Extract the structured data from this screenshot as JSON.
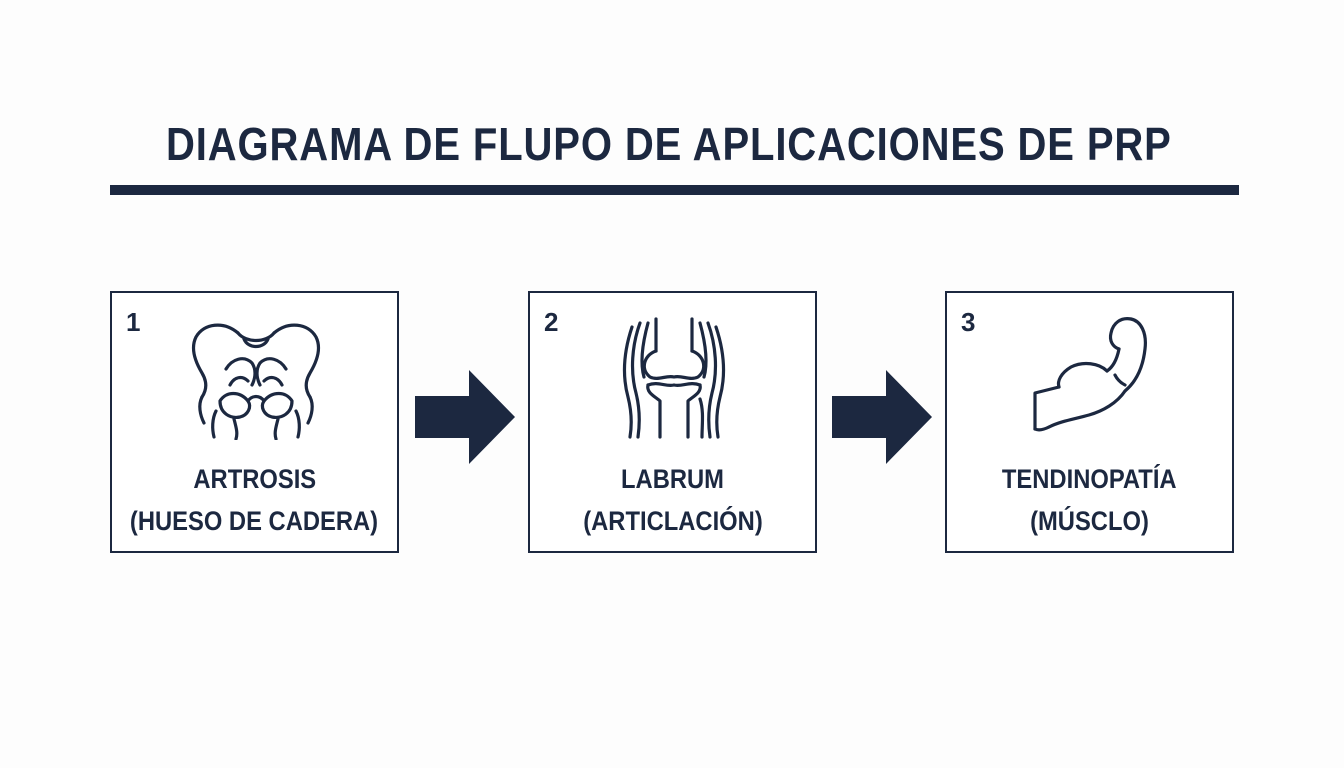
{
  "title": "DIAGRAMA DE FLUPO DE APLICACIONES DE PRP",
  "colors": {
    "primary": "#1c2840",
    "background": "#fdfdfd"
  },
  "steps": [
    {
      "number": "1",
      "icon": "pelvis-icon",
      "label_line1": "ARTROSIS",
      "label_line2": "(HUESO DE CADERA)"
    },
    {
      "number": "2",
      "icon": "knee-joint-icon",
      "label_line1": "LABRUM",
      "label_line2": "(ARTICLACIÓN)"
    },
    {
      "number": "3",
      "icon": "flexed-arm-muscle-icon",
      "label_line1": "TENDINOPATÍA",
      "label_line2": "(MÚSCLO)"
    }
  ]
}
